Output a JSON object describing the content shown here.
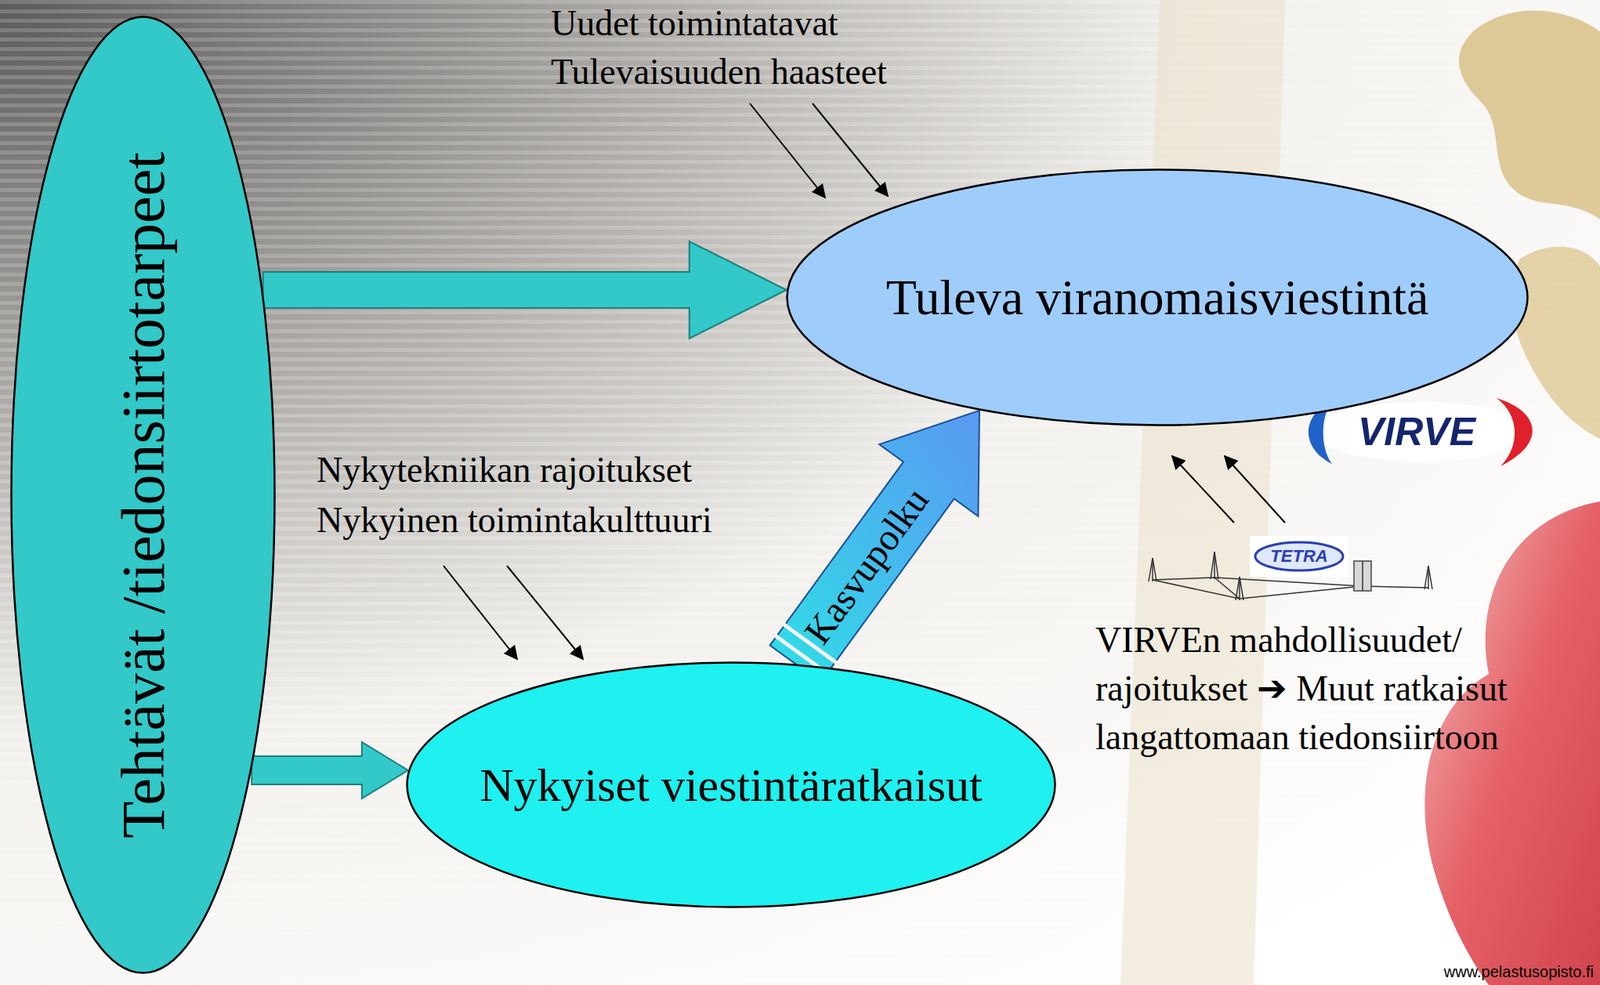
{
  "diagram": {
    "nodes": [
      {
        "text": [
          "Tehtävät /tiedonsiirtotarpeet"
        ]
      },
      {
        "text": [
          "Tuleva viranomaisviestintä"
        ]
      },
      {
        "text": [
          "Nykyiset viestintäratkaisut"
        ]
      }
    ],
    "edges": [
      {
        "from": 0,
        "to": 1,
        "arrow": "to"
      },
      {
        "from": 0,
        "to": 2,
        "arrow": "to"
      },
      {
        "from": 2,
        "to": 1,
        "label": "Kasvupolku",
        "arrow": "to"
      }
    ],
    "labels": [
      "Uudet toimintatavat",
      "Tulevaisuuden haasteet",
      "Nykytekniikan rajoitukset",
      "Nykyinen toimintakulttuuri",
      "VIRVE",
      "TETRA",
      "VIRVEn mahdollisuudet/ rajoitukset ➔ Muut ratkaisut langattomaan tiedonsiirtoon",
      "www.pelastusopisto.fi"
    ]
  }
}
